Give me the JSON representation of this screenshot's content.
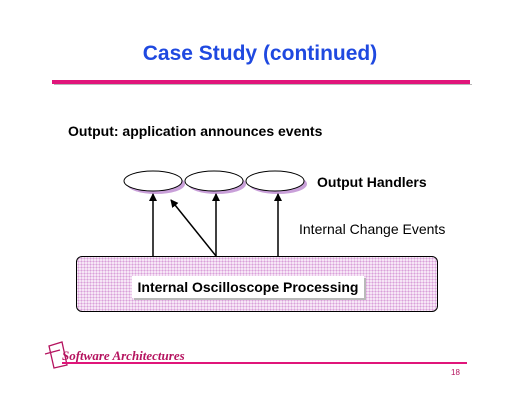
{
  "slide": {
    "title": "Case Study (continued)",
    "subtitle": "Output: application announces events",
    "page_number": "18"
  },
  "diagram": {
    "output_handlers_label": "Output Handlers",
    "change_events_label": "Internal Change Events",
    "processing_label": "Internal Oscilloscope Processing",
    "handler_count": 3
  },
  "footer": {
    "logo_text": "Software Architectures"
  },
  "colors": {
    "title": "#1f49e0",
    "accent": "#e0157a",
    "logo": "#b5135f",
    "box_fill": "#f6e6f6"
  }
}
